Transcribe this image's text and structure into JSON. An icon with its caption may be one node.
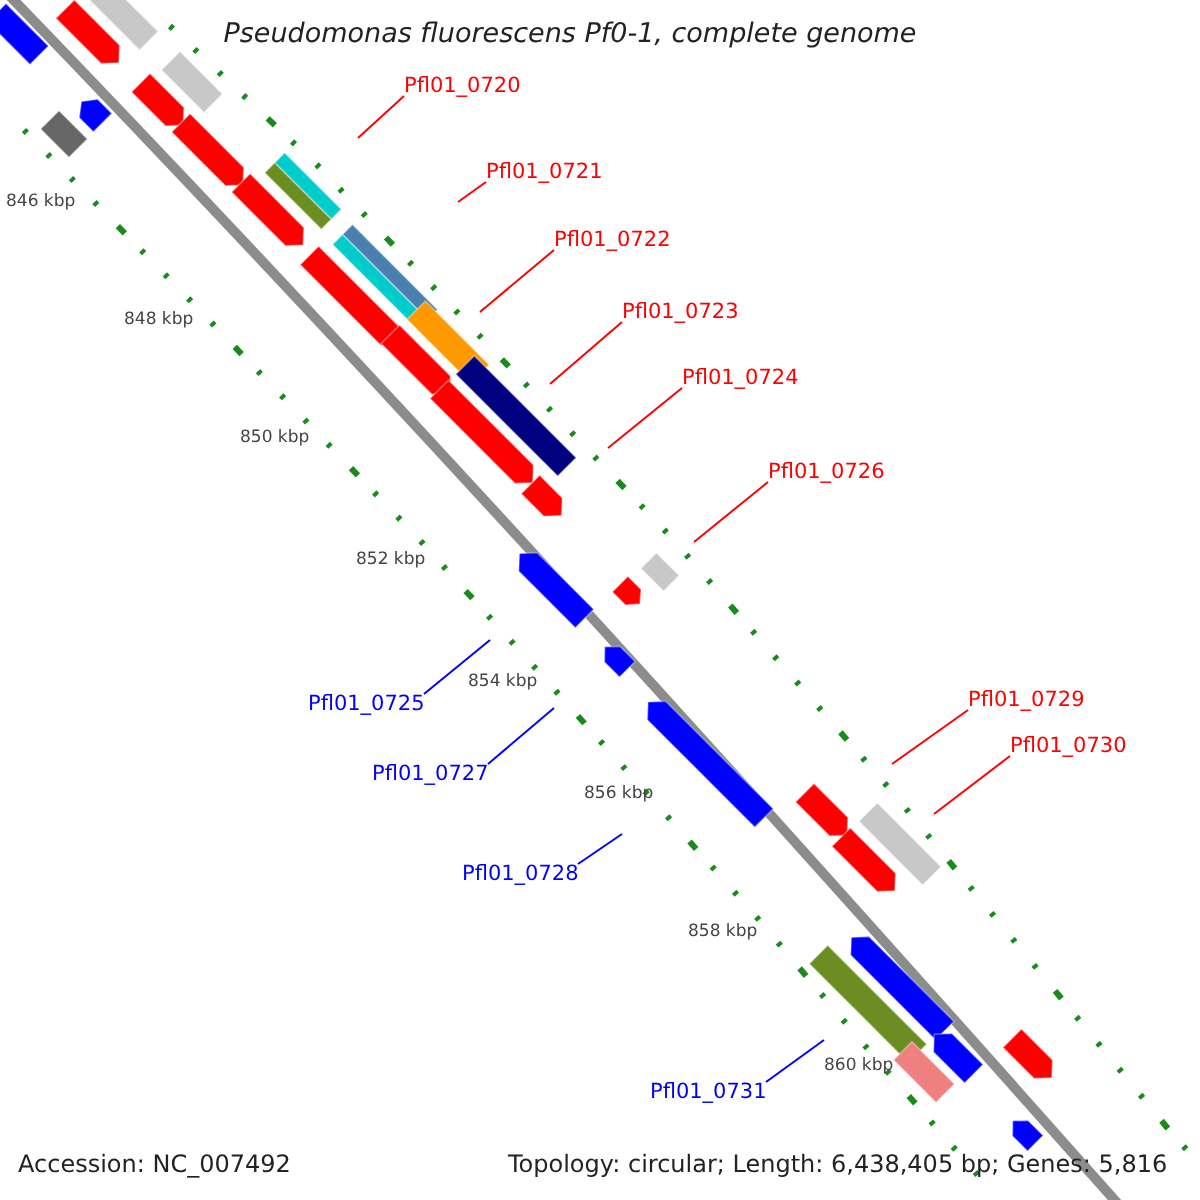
{
  "diagram": {
    "title": "Pseudomonas fluorescens Pf0-1, complete genome",
    "nodes": [
      {
        "text": [
          "Pfl01_0720"
        ]
      },
      {
        "text": [
          "Pfl01_0721"
        ]
      },
      {
        "text": [
          "Pfl01_0722"
        ]
      },
      {
        "text": [
          "Pfl01_0723"
        ]
      },
      {
        "text": [
          "Pfl01_0724"
        ]
      },
      {
        "text": [
          "Pfl01_0726"
        ]
      },
      {
        "text": [
          "Pfl01_0729"
        ]
      },
      {
        "text": [
          "Pfl01_0725"
        ]
      },
      {
        "text": [
          "Pfl01_0730"
        ]
      },
      {
        "text": [
          "Pfl01_0727"
        ]
      },
      {
        "text": [
          "Pfl01_0728"
        ]
      },
      {
        "text": [
          "Pfl01_0731"
        ]
      }
    ],
    "edges": [
      {
        "from": 0,
        "to": null,
        "arrow": "none"
      },
      {
        "from": 1,
        "to": null,
        "arrow": "none"
      },
      {
        "from": 2,
        "to": null,
        "arrow": "none"
      },
      {
        "from": 3,
        "to": null,
        "arrow": "none"
      },
      {
        "from": 4,
        "to": null,
        "arrow": "none"
      },
      {
        "from": 5,
        "to": null,
        "arrow": "none"
      },
      {
        "from": 6,
        "to": null,
        "arrow": "none"
      },
      {
        "from": 7,
        "to": null,
        "arrow": "none",
        "color": "#0000ff"
      },
      {
        "from": 8,
        "to": null,
        "arrow": "none"
      },
      {
        "from": 9,
        "to": null,
        "arrow": "none",
        "color": "#0000ff"
      },
      {
        "from": 10,
        "to": null,
        "arrow": "none",
        "color": "#0000ff"
      },
      {
        "from": 11,
        "to": null,
        "arrow": "none",
        "color": "#0000ff"
      }
    ],
    "labels": [
      "846 kbp",
      "848 kbp",
      "850 kbp",
      "852 kbp",
      "854 kbp",
      "856 kbp",
      "858 kbp",
      "860 kbp",
      "Accession: NC_007492",
      "Topology: circular; Length: 6,438,405 bp; Genes: 5,816"
    ]
  }
}
